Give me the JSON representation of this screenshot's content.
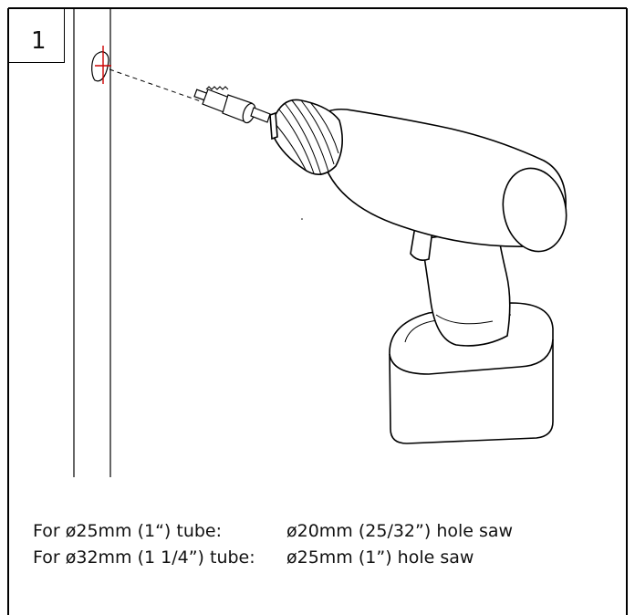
{
  "step": {
    "number": "1"
  },
  "illustration": {
    "subject": "cordless drill with hole saw aimed at marked point on post",
    "colors": {
      "line": "#000000",
      "mark": "#cc0000",
      "fill": "#ffffff"
    },
    "icons": [
      "cordless-drill-icon",
      "hole-saw-icon",
      "drill-mark-icon"
    ]
  },
  "instructions": [
    {
      "tube": "For ø25mm (1“) tube:",
      "saw": "ø20mm (25/32”) hole saw"
    },
    {
      "tube": "For ø32mm (1 1/4”) tube:",
      "saw": "ø25mm (1”) hole saw"
    }
  ]
}
